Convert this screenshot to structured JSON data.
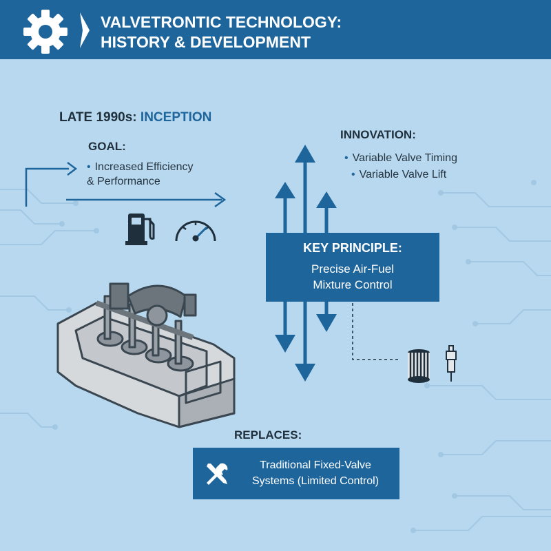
{
  "header": {
    "title_line1": "VALVETRONTIC TECHNOLOGY:",
    "title_line2": "HISTORY & DEVELOPMENT",
    "icon": "gear-icon"
  },
  "inception": {
    "prefix": "LATE 1990s: ",
    "highlight": "INCEPTION"
  },
  "goal": {
    "label": "GOAL:",
    "bullet": "•",
    "line1": "Increased Efficiency",
    "line2": "& Performance"
  },
  "innovation": {
    "label": "INNOVATION:",
    "items": [
      "Variable Valve Timing",
      "Variable Valve Lift"
    ],
    "bullet": "•"
  },
  "key_principle": {
    "title": "KEY PRINCIPLE:",
    "line1": "Precise Air-Fuel",
    "line2": "Mixture Control"
  },
  "replaces": {
    "label": "REPLACES:",
    "line1": "Traditional Fixed-Valve",
    "line2": "Systems (Limited Control)",
    "icon": "wrench-screwdriver-icon"
  },
  "colors": {
    "header": "#1e659c",
    "background": "#b7d8ee",
    "accent": "#1e659c",
    "text": "#1f2f3c"
  },
  "icons": [
    "fuel-pump-icon",
    "speedometer-icon",
    "engine-illustration",
    "air-filter-icon",
    "spark-plug-icon"
  ]
}
